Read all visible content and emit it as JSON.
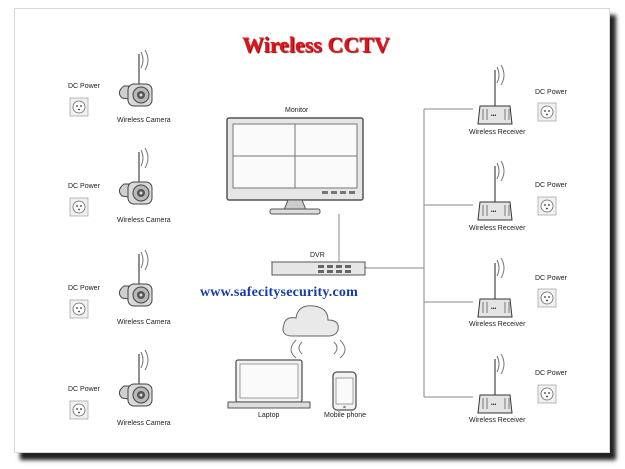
{
  "title": "Wireless CCTV",
  "watermark": "www.safecitysecurity.com",
  "labels": {
    "dc_power": "DC Power",
    "wireless_camera": "Wireless Camera",
    "monitor": "Monitor",
    "dvr": "DVR",
    "laptop": "Laptop",
    "mobile_phone": "Mobile phone",
    "wireless_receiver": "Wireless Receiver"
  },
  "colors": {
    "title": "#e0141a",
    "watermark": "#163aa8",
    "line": "#8a8a8a",
    "device": "#e3e3e3"
  }
}
